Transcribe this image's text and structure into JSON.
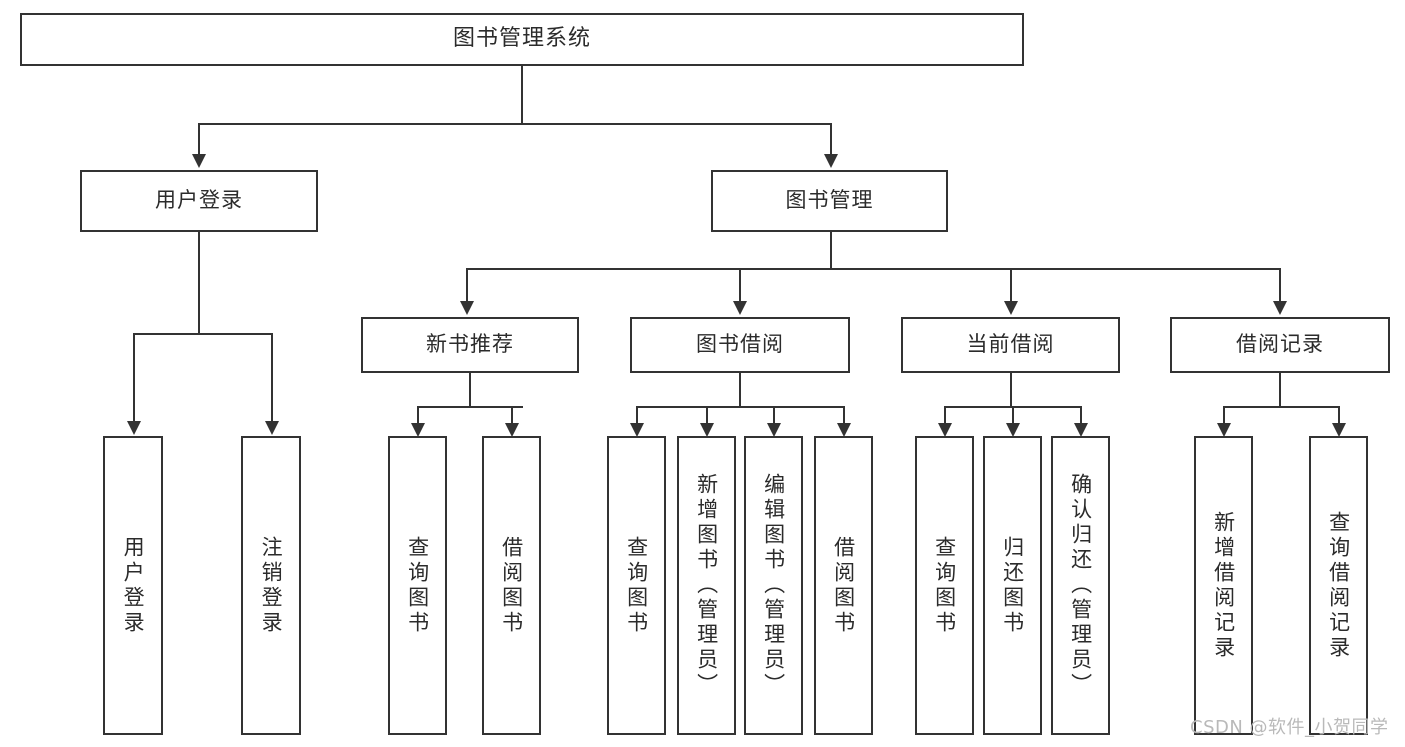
{
  "diagram": {
    "type": "tree-hierarchy-diagram",
    "title": "图书管理系统",
    "watermark": "CSDN @软件_小贺同学",
    "colors": {
      "box_border": "#333333",
      "box_fill": "#ffffff",
      "connector": "#333333",
      "text": "#2b2b2b",
      "watermark": "#b9b9b9",
      "background": "#ffffff"
    }
  },
  "nodes": {
    "root": {
      "label": "图书管理系统"
    },
    "level1": [
      {
        "label": "用户登录"
      },
      {
        "label": "图书管理"
      }
    ],
    "level2": [
      {
        "label": "新书推荐"
      },
      {
        "label": "图书借阅"
      },
      {
        "label": "当前借阅"
      },
      {
        "label": "借阅记录"
      }
    ],
    "leaves": {
      "user_login": [
        {
          "label": "用户登录"
        },
        {
          "label": "注销登录"
        }
      ],
      "new_book_recommend": [
        {
          "label": "查询图书"
        },
        {
          "label": "借阅图书"
        }
      ],
      "book_borrow": [
        {
          "label": "查询图书"
        },
        {
          "label": "新增图书（管理员）"
        },
        {
          "label": "编辑图书（管理员）"
        },
        {
          "label": "借阅图书"
        }
      ],
      "current_borrow": [
        {
          "label": "查询图书"
        },
        {
          "label": "归还图书"
        },
        {
          "label": "确认归还（管理员）"
        }
      ],
      "borrow_record": [
        {
          "label": "新增借阅记录"
        },
        {
          "label": "查询借阅记录"
        }
      ]
    }
  }
}
